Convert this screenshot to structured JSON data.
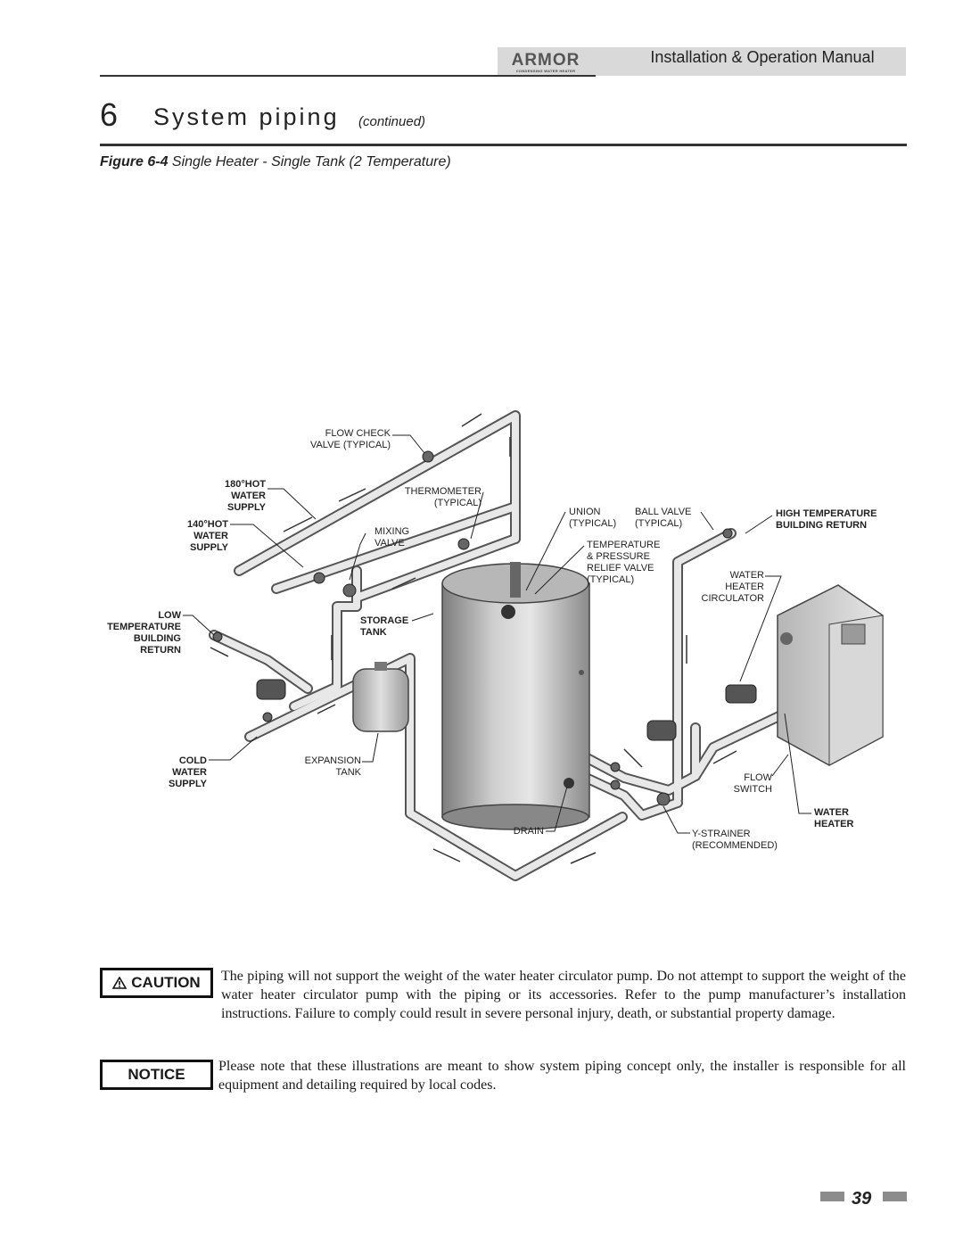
{
  "header": {
    "logo_text": "ARMOR",
    "logo_tagline": "CONDENSING WATER HEATER",
    "manual_title": "Installation & Operation Manual"
  },
  "section": {
    "number": "6",
    "title": "System piping",
    "continued": "(continued)"
  },
  "figure": {
    "caption_prefix": "Figure 6-4",
    "caption_text": " Single Heater - Single Tank (2 Temperature)",
    "labels": {
      "flow_check": "FLOW CHECK\nVALVE (TYPICAL)",
      "hot180": "180°HOT\nWATER\nSUPPLY",
      "hot140": "140°HOT\nWATER\nSUPPLY",
      "thermometer": "THERMOMETER\n(TYPICAL)",
      "mixing_valve": "MIXING\nVALVE",
      "union": "UNION\n(TYPICAL)",
      "ball_valve": "BALL VALVE\n(TYPICAL)",
      "high_temp": "HIGH TEMPERATURE\nBUILDING RETURN",
      "tp_relief": "TEMPERATURE\n& PRESSURE\nRELIEF VALVE\n(TYPICAL)",
      "circulator": "WATER\nHEATER\nCIRCULATOR",
      "low_temp": "LOW\nTEMPERATURE\nBUILDING\nRETURN",
      "storage_tank": "STORAGE\nTANK",
      "cold_supply": "COLD\nWATER\nSUPPLY",
      "expansion_tank": "EXPANSION\nTANK",
      "flow_switch": "FLOW\nSWITCH",
      "water_heater": "WATER\nHEATER",
      "drain": "DRAIN",
      "y_strainer": "Y-STRAINER\n(RECOMMENDED)"
    }
  },
  "caution": {
    "label": "CAUTION",
    "icon": "warning-triangle-icon",
    "text": "The piping will not support the weight of the water heater circulator pump.  Do not attempt to support the weight of the water heater circulator pump with the piping or its accessories.  Refer to the pump manufacturer’s installation instructions.  Failure to comply could result in severe personal injury, death, or substantial property damage."
  },
  "notice": {
    "label": "NOTICE",
    "text": "Please note that these illustrations are meant to show system piping concept only, the installer is responsible for all equipment and detailing required by local codes."
  },
  "footer": {
    "page_number": "39"
  }
}
